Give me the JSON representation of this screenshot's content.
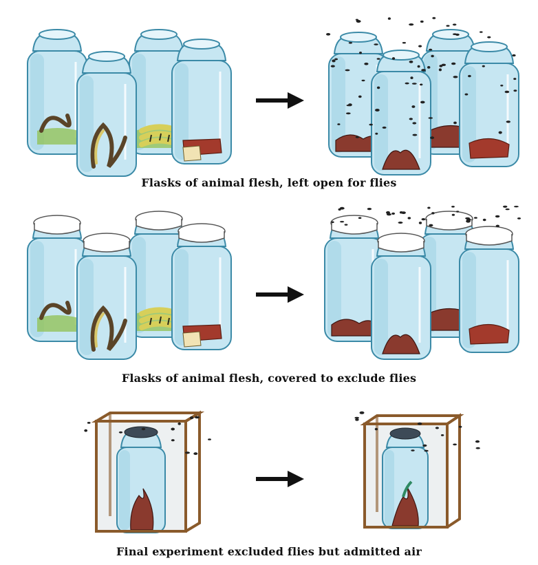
{
  "captions": {
    "row1": "Flasks of animal flesh, left open for flies",
    "row2": "Flasks of animal flesh, covered to exclude flies",
    "row3": "Final experiment excluded flies but admitted air"
  },
  "colors": {
    "glass": "#c6e6f2",
    "glass_outline": "#3b8aa7",
    "cage_frame": "#8a5a2b",
    "arrow": "#111111"
  }
}
